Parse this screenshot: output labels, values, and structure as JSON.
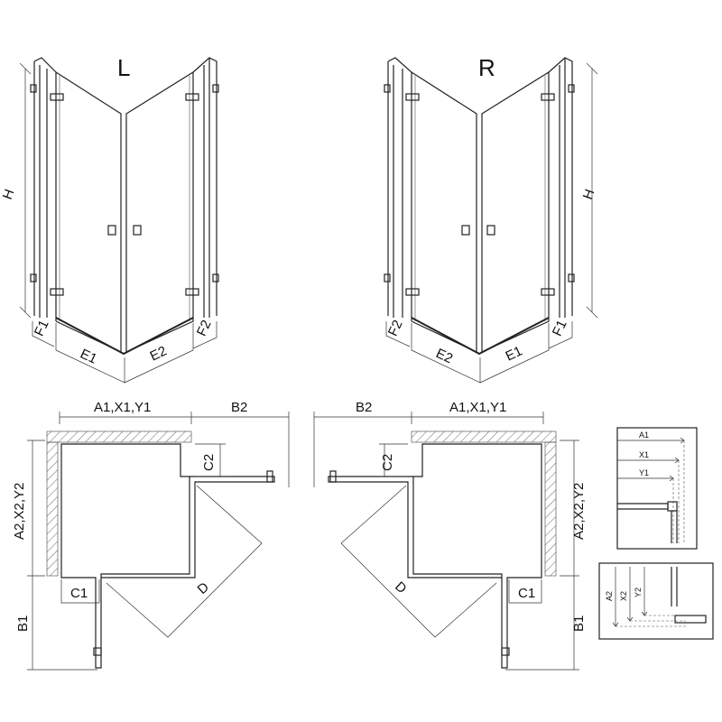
{
  "title": "",
  "views": {
    "left": {
      "variant": "L"
    },
    "right": {
      "variant": "R"
    }
  },
  "labels": {
    "H": "H",
    "F1": "F1",
    "F2": "F2",
    "E1": "E1",
    "E2": "E2",
    "A1X1Y1": "A1,X1,Y1",
    "A2X2Y2": "A2,X2,Y2",
    "B1": "B1",
    "B2": "B2",
    "C1": "C1",
    "C2": "C2",
    "D": "D"
  },
  "detail": {
    "top": {
      "A1": "A1",
      "X1": "X1",
      "Y1": "Y1"
    },
    "bottom": {
      "A2": "A2",
      "X2": "X2",
      "Y2": "Y2"
    }
  }
}
